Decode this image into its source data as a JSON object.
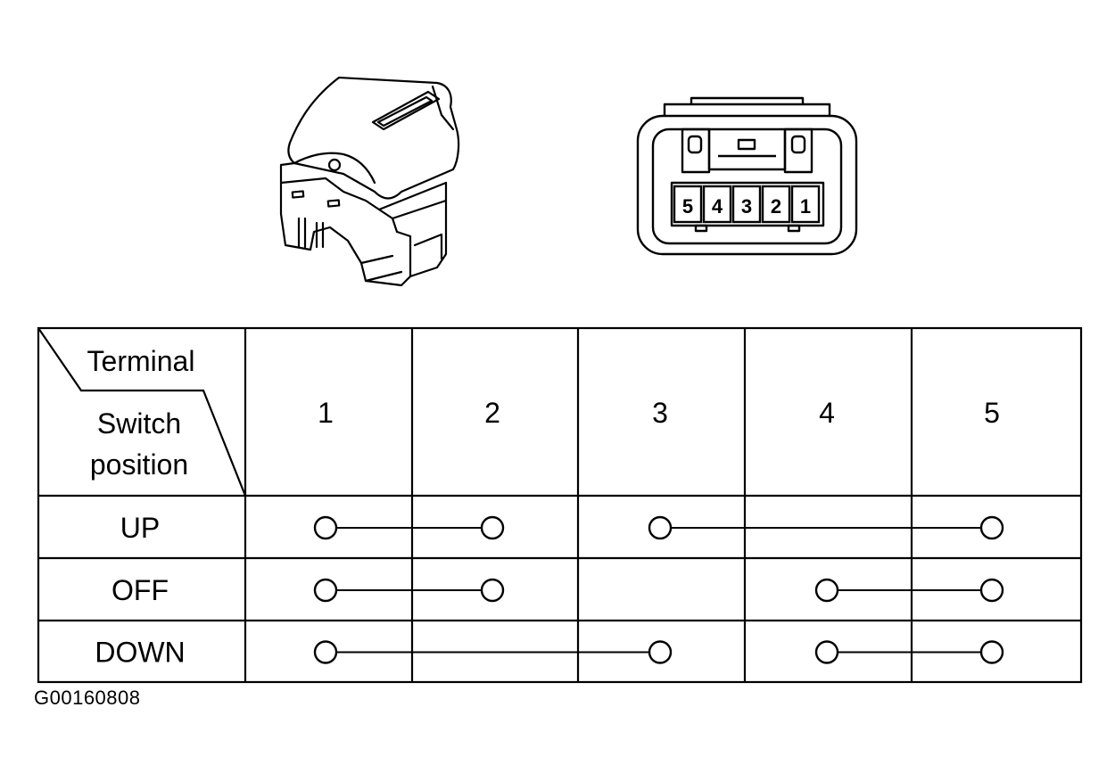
{
  "connector": {
    "pins": [
      "5",
      "4",
      "3",
      "2",
      "1"
    ]
  },
  "table": {
    "header": {
      "terminal_label": "Terminal",
      "switch_position_label": [
        "Switch",
        "position"
      ],
      "terminals": [
        "1",
        "2",
        "3",
        "4",
        "5"
      ]
    },
    "rows": [
      {
        "position": "UP",
        "connections": [
          [
            "1",
            "2"
          ],
          [
            "3",
            "5"
          ]
        ]
      },
      {
        "position": "OFF",
        "connections": [
          [
            "1",
            "2"
          ],
          [
            "4",
            "5"
          ]
        ]
      },
      {
        "position": "DOWN",
        "connections": [
          [
            "1",
            "3"
          ],
          [
            "4",
            "5"
          ]
        ]
      }
    ]
  },
  "figure_code": "G00160808"
}
